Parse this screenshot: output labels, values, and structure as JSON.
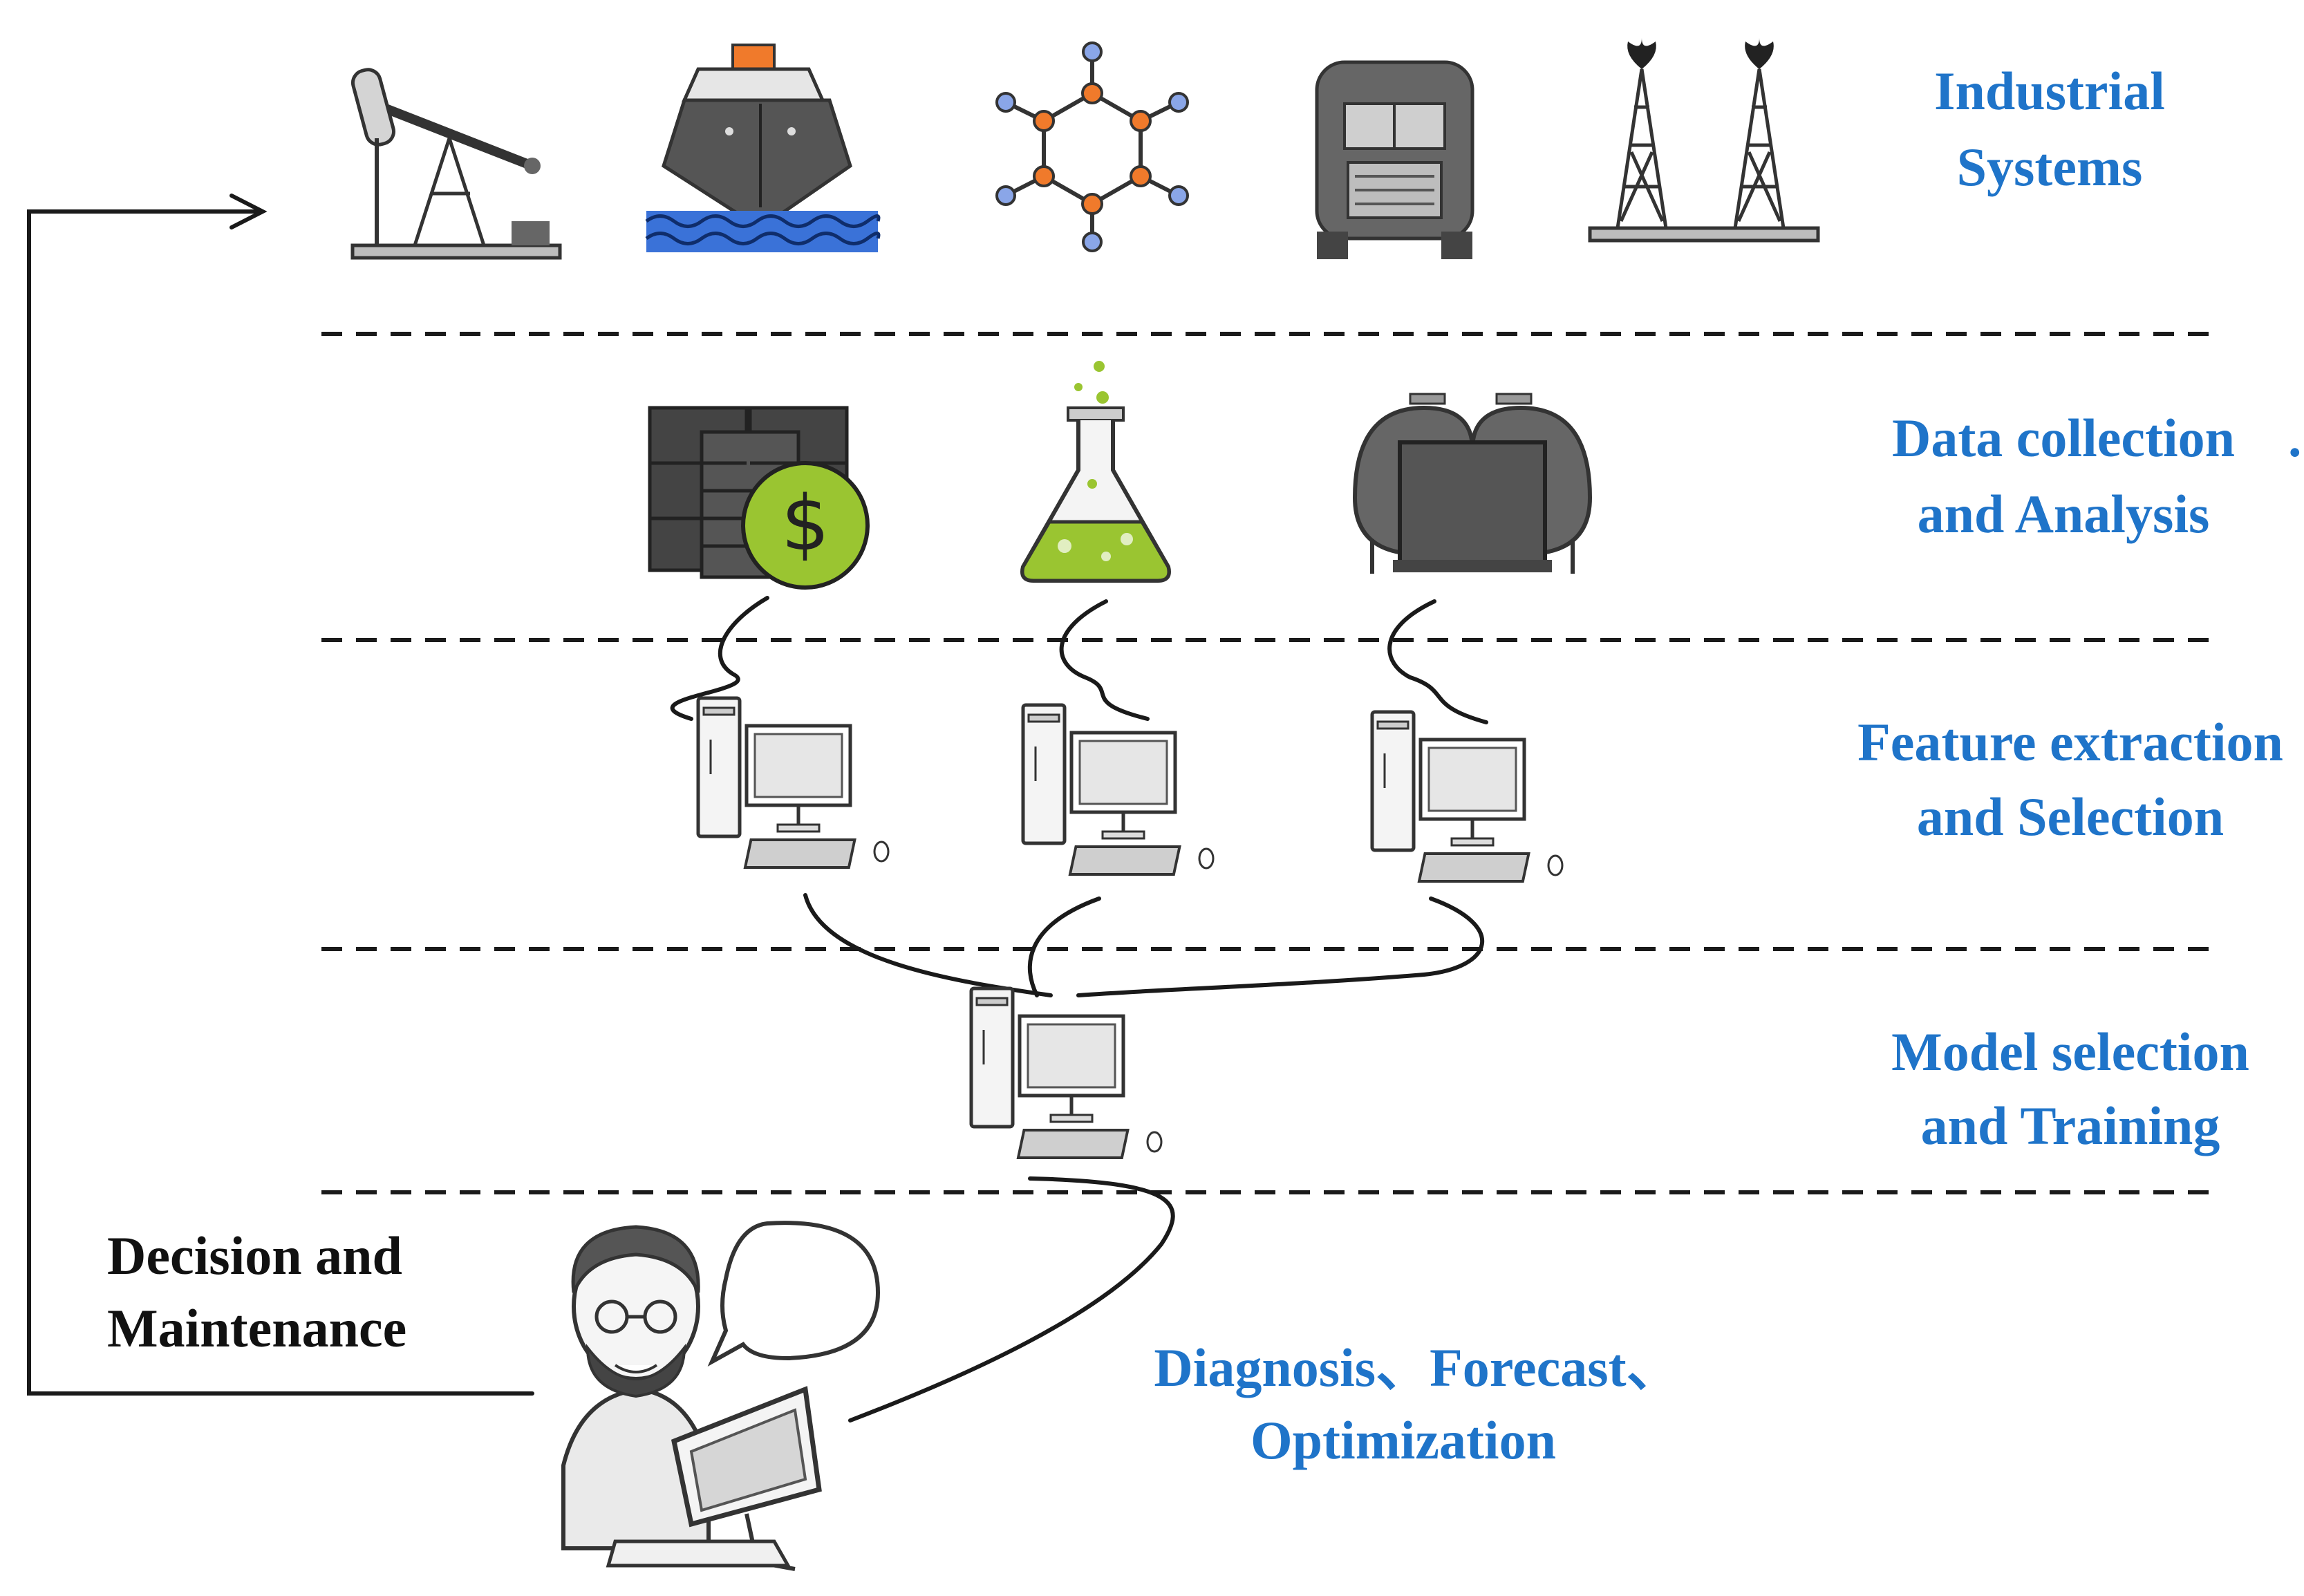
{
  "layers": {
    "industrial": {
      "line1": "Industrial",
      "line2": "Systems"
    },
    "data": {
      "line1": "Data collection",
      "line2": "and Analysis"
    },
    "feature": {
      "line1": "Feature extraction",
      "line2": "and Selection"
    },
    "model": {
      "line1": "Model selection",
      "line2": "and Training"
    },
    "outcome": {
      "line1": "Diagnosis、Forecast、",
      "line2": "Optimization"
    }
  },
  "decision": {
    "line1": "Decision and",
    "line2": "Maintenance"
  },
  "data_mark": ".",
  "icons": {
    "industrial": [
      "oil-pumpjack-icon",
      "cargo-ship-icon",
      "molecule-icon",
      "tanker-truck-icon",
      "offshore-rig-icon"
    ],
    "data": [
      "oil-barrels-dollar-icon",
      "chemistry-flask-icon",
      "storage-tank-icon"
    ],
    "feature": [
      "computer-icon",
      "computer-icon",
      "computer-icon"
    ],
    "model": [
      "computer-icon"
    ],
    "decision": [
      "engineer-at-computer-icon",
      "speech-bubble-icon"
    ]
  },
  "colors": {
    "label_blue": "#1f74c9",
    "accent_green": "#9ac531",
    "accent_orange": "#f07a2b",
    "water_blue": "#3a72d8"
  }
}
